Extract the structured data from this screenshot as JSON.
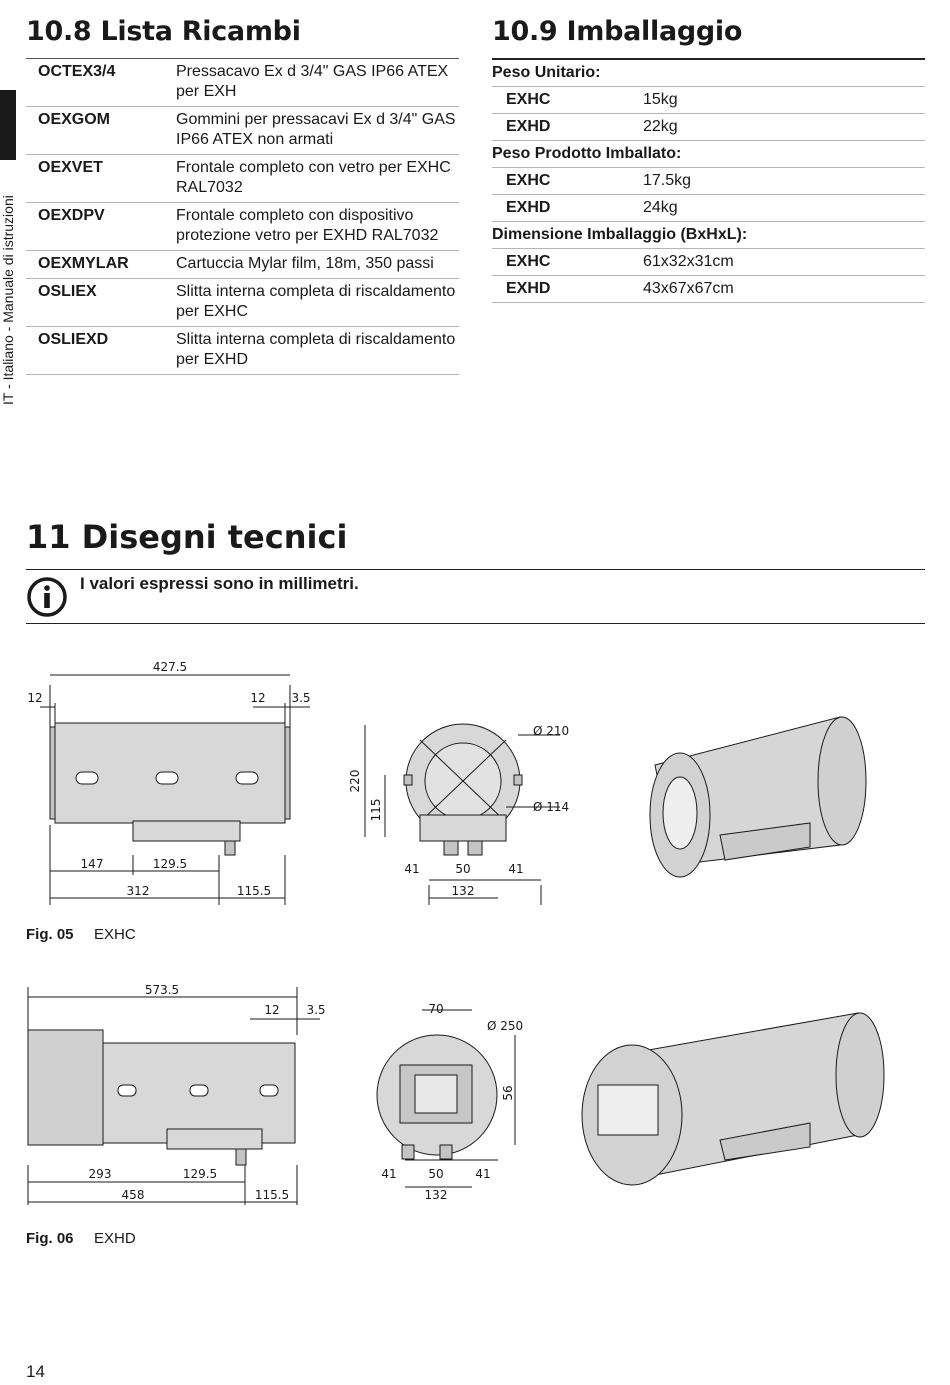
{
  "sidebar": {
    "text": "IT - Italiano - Manuale di istruzioni"
  },
  "parts_section": {
    "title": "10.8 Lista Ricambi",
    "items": [
      {
        "code": "OCTEX3/4",
        "desc": "Pressacavo Ex d 3/4\" GAS IP66 ATEX per EXH"
      },
      {
        "code": "OEXGOM",
        "desc": "Gommini per pressacavi Ex d 3/4\" GAS IP66 ATEX non armati"
      },
      {
        "code": "OEXVET",
        "desc": "Frontale completo con vetro per EXHC RAL7032"
      },
      {
        "code": "OEXDPV",
        "desc": "Frontale completo con dispositivo protezione vetro per EXHD RAL7032"
      },
      {
        "code": "OEXMYLAR",
        "desc": "Cartuccia Mylar film, 18m, 350 passi"
      },
      {
        "code": "OSLIEX",
        "desc": "Slitta interna completa di riscaldamento per EXHC"
      },
      {
        "code": "OSLIEXD",
        "desc": "Slitta interna completa di riscaldamento per EXHD"
      }
    ]
  },
  "packaging_section": {
    "title": "10.9 Imballaggio",
    "groups": [
      {
        "label": "Peso Unitario:",
        "rows": [
          {
            "k": "EXHC",
            "v": "15kg"
          },
          {
            "k": "EXHD",
            "v": "22kg"
          }
        ]
      },
      {
        "label": "Peso Prodotto Imballato:",
        "rows": [
          {
            "k": "EXHC",
            "v": "17.5kg"
          },
          {
            "k": "EXHD",
            "v": "24kg"
          }
        ]
      },
      {
        "label": "Dimensione Imballaggio (BxHxL):",
        "rows": [
          {
            "k": "EXHC",
            "v": "61x32x31cm"
          },
          {
            "k": "EXHD",
            "v": "43x67x67cm"
          }
        ]
      }
    ]
  },
  "drawings_section": {
    "title": "11 Disegni tecnici",
    "note": "I valori espressi sono in millimetri."
  },
  "fig05": {
    "label": "Fig. 05",
    "caption": "EXHC",
    "dims": {
      "total": "427.5",
      "left": "12",
      "right1": "12",
      "right2": "3.5",
      "a": "147",
      "b": "129.5",
      "c": "312",
      "d": "115.5",
      "h": "220",
      "h2": "115",
      "d1": "Ø 210",
      "d2": "Ø 114",
      "w1": "41",
      "w2": "50",
      "w3": "41",
      "w4": "132"
    }
  },
  "fig06": {
    "label": "Fig. 06",
    "caption": "EXHD",
    "dims": {
      "total": "573.5",
      "right1": "12",
      "right2": "3.5",
      "a": "293",
      "b": "129.5",
      "c": "458",
      "d": "115.5",
      "top": "70",
      "d1": "Ø 250",
      "side": "56",
      "w1": "41",
      "w2": "50",
      "w3": "41",
      "w4": "132"
    }
  },
  "page": {
    "number": "14"
  },
  "colors": {
    "body_fill": "#cfcfcf",
    "line": "#1a1a1a"
  }
}
